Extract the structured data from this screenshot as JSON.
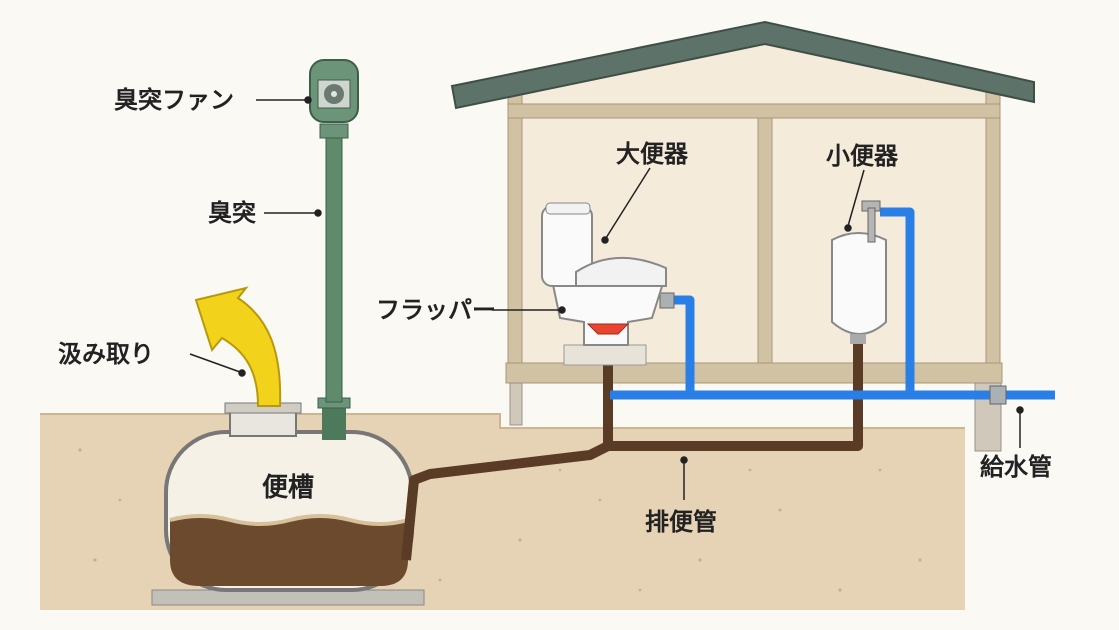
{
  "labels": {
    "vent_fan": "臭突ファン",
    "vent_pipe": "臭突",
    "pump_out": "汲み取り",
    "tank": "便槽",
    "toilet": "大便器",
    "urinal": "小便器",
    "flapper": "フラッパー",
    "drain_pipe": "排便管",
    "water_pipe": "給水管"
  },
  "colors": {
    "ground": "#e6d3b5",
    "vent": "#5f8a6c",
    "drain": "#5a3b26",
    "water": "#2a7fe6",
    "sludge": "#6b4a2e",
    "roof": "#5d7268",
    "frame": "#d2c2a4",
    "arrow": "#f3d21b"
  }
}
